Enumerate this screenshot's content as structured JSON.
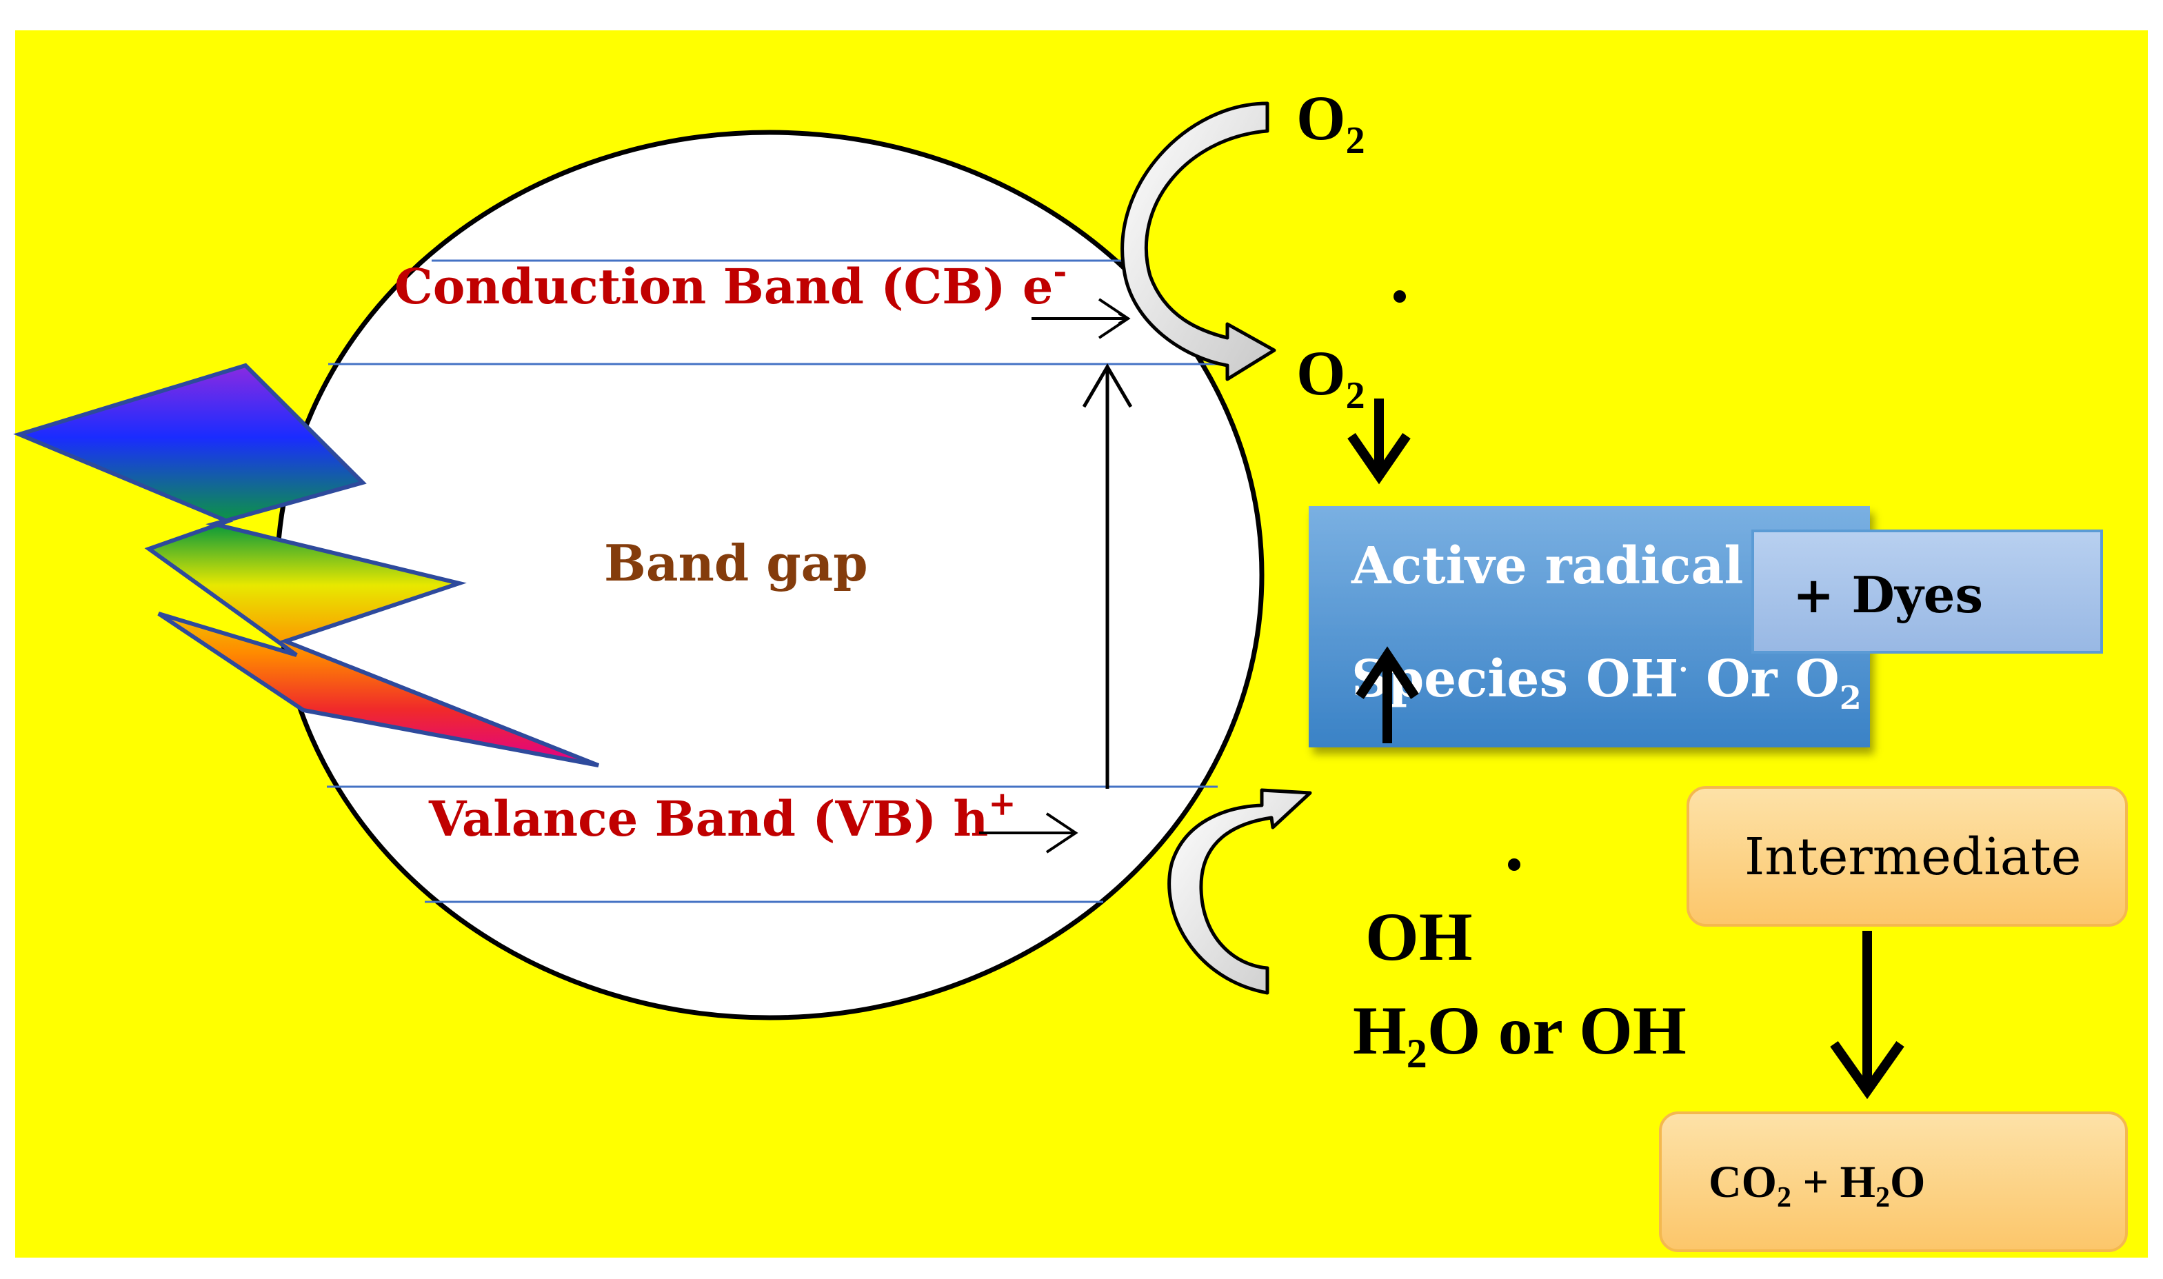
{
  "colors": {
    "background": "#ffff00",
    "band_text": "#c00000",
    "gap_text": "#843c0c",
    "band_line": "#4472c4",
    "radical_box_top": "#6fa8dc",
    "radical_box_bottom": "#3b82c4",
    "dyes_box": "#a9c6ec",
    "orange_box": "#fdd08a",
    "orange_border": "#f4b84f"
  },
  "bands": {
    "conduction_label": "Conduction Band (CB) e",
    "conduction_superscript": "-",
    "valence_label": "Valance Band (VB) h",
    "valence_superscript": "+",
    "gap_label": "Band gap"
  },
  "species": {
    "o2_top_base": "O",
    "o2_top_sub": "2",
    "o2_radical_base": "O",
    "o2_radical_sub": "2",
    "oh_radical": "OH",
    "h2o_prefix": "H",
    "h2o_sub": "2",
    "h2o_suffix": "O or OH"
  },
  "boxes": {
    "radical_line1": "Active radical",
    "radical_line2_a": "Species OH",
    "radical_line2_dot": ".",
    "radical_line2_b": " Or O",
    "radical_line2_sub": "2",
    "dyes": "+ Dyes",
    "intermediate": "Intermediate",
    "product_a": "CO",
    "product_sub1": "2",
    "product_b": " + H",
    "product_sub2": "2",
    "product_c": "O"
  },
  "icons": {
    "light": "lightning-bolt-icon"
  }
}
